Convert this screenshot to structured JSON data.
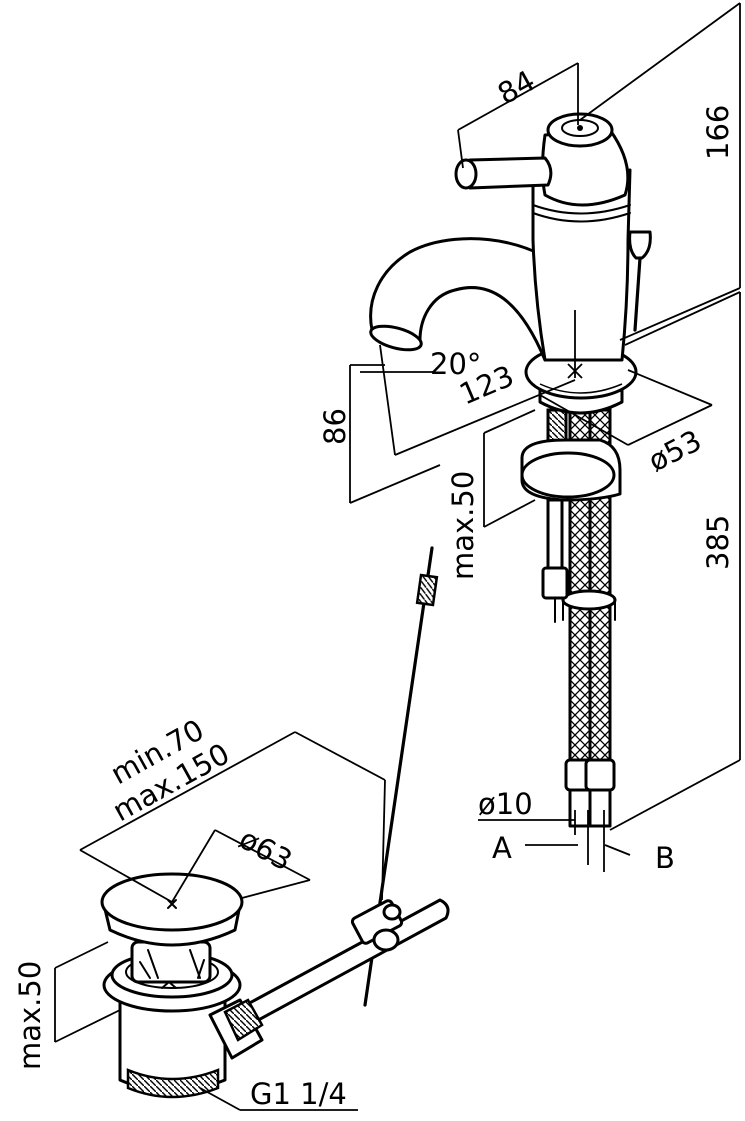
{
  "dimensions": {
    "handle_reach": "84",
    "total_height": "166",
    "spout_angle": "20°",
    "spout_reach": "123",
    "spout_height": "86",
    "base_diameter": "ø53",
    "deck_thickness": "max.50",
    "hose_length": "385",
    "hose_diameter": "ø10",
    "rod_distance_min": "min.70",
    "rod_distance_max": "max.150",
    "plug_diameter": "ø63",
    "waste_basin_thickness": "max.50",
    "thread": "G1 1/4"
  },
  "labels": {
    "connection_a": "A",
    "connection_b": "B"
  },
  "colors": {
    "line": "#000000",
    "background": "#ffffff"
  }
}
